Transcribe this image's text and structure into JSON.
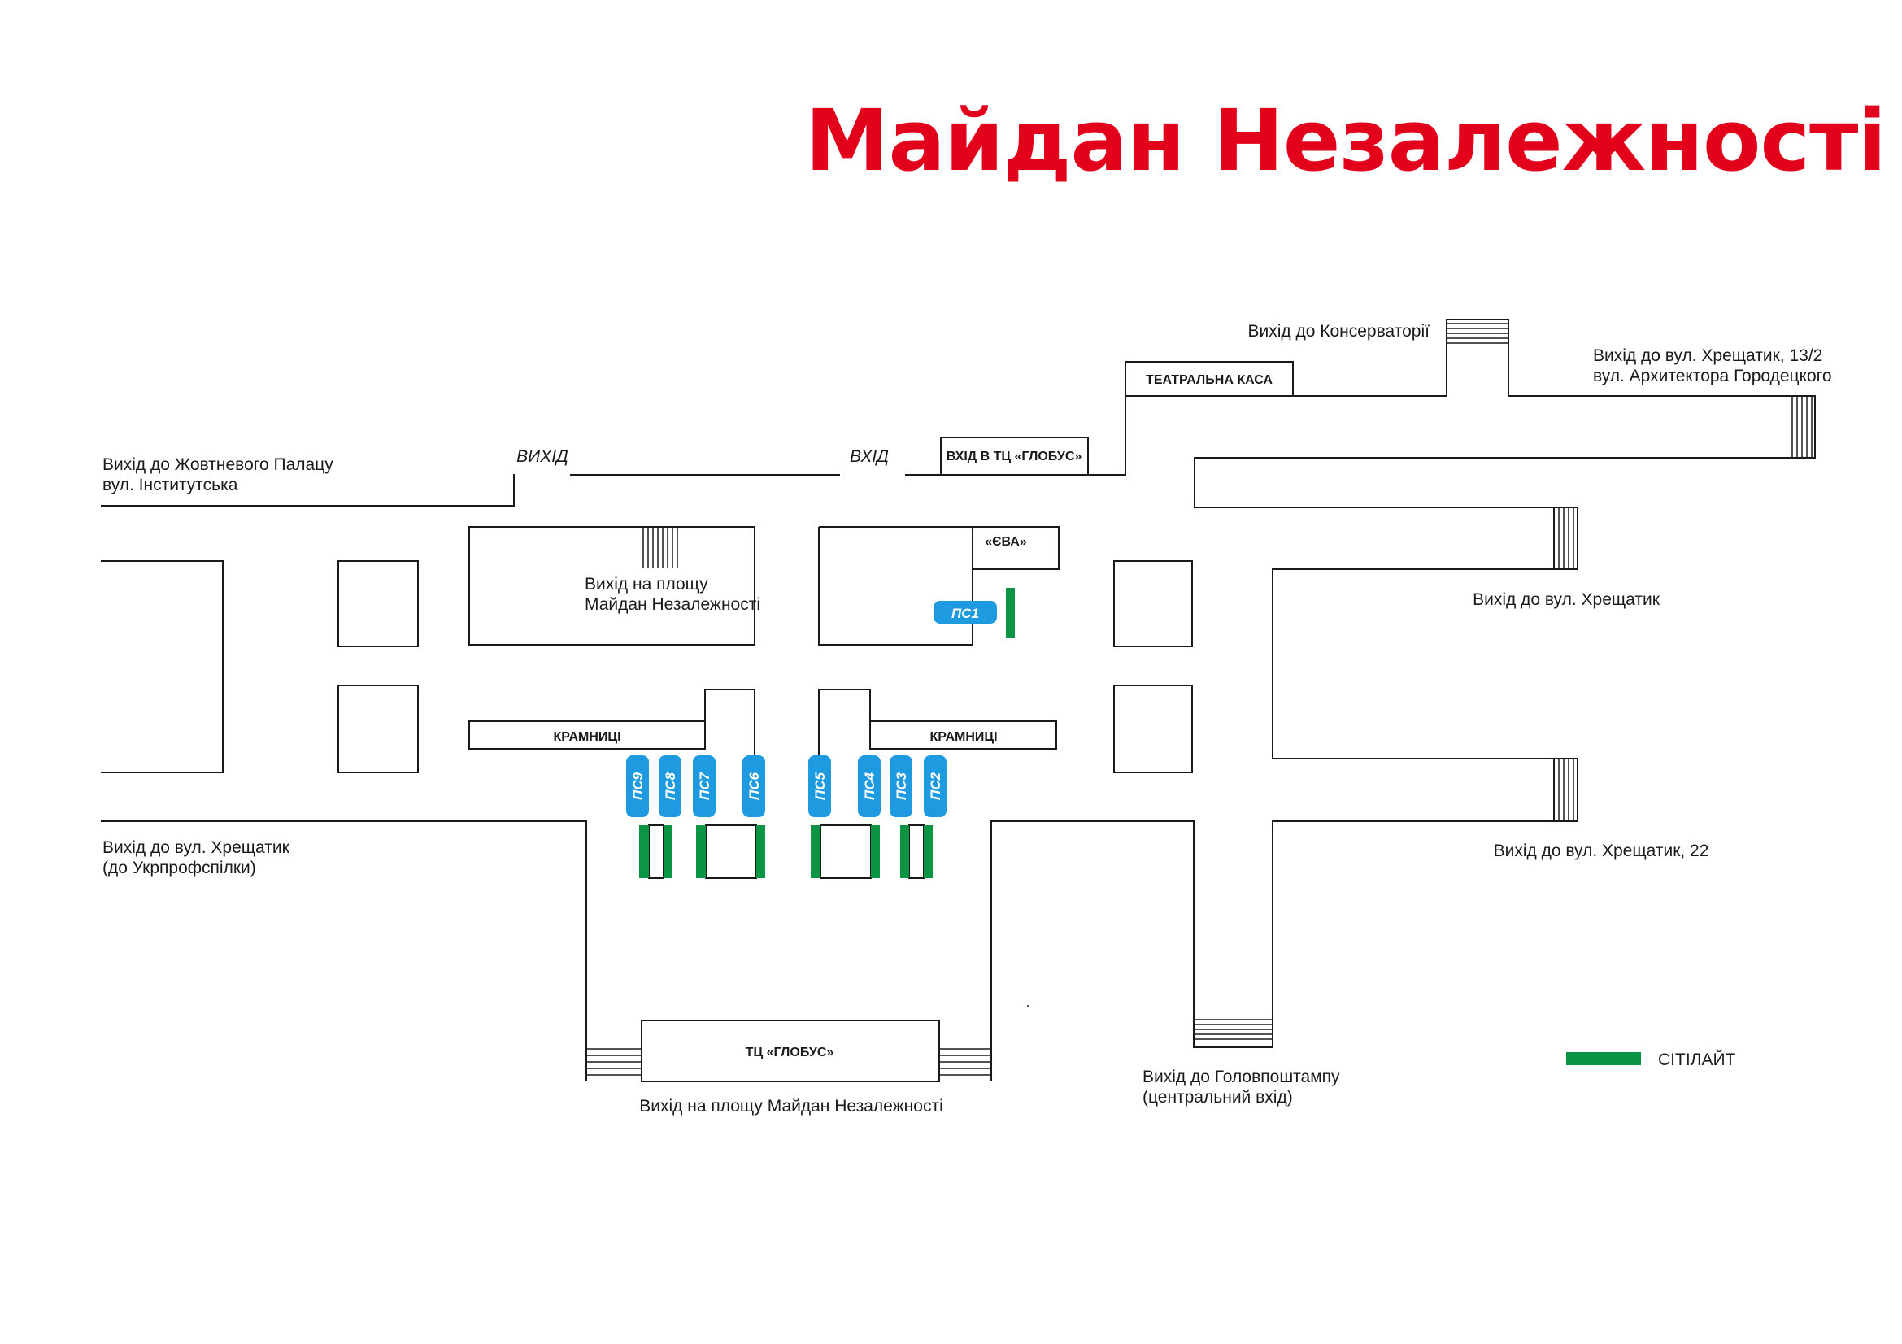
{
  "title": "Майдан Незалежності",
  "colors": {
    "title": "#e2001a",
    "passage_sign": "#1e9be0",
    "citylight": "#0b9444",
    "line": "#1a1a1a"
  },
  "exits": {
    "zhovtnevyi_1": "Вихід до Жовтневого Палацу",
    "zhovtnevyi_2": "вул. Інститутська",
    "vykhid": "ВИХІД",
    "vkhid": "ВХІД",
    "globus_entrance": "ВХІД В ТЦ «ГЛОБУС»",
    "conservatory": "Вихід до Консерваторії",
    "theatre_office": "ТЕАТРАЛЬНА КАСА",
    "khreshchatyk_13_1": "Вихід до вул. Хрещатик, 13/2",
    "khreshchatyk_13_2": "вул. Архитектора Городецкого",
    "maidan_square_1": "Вихід на площу",
    "maidan_square_2": "Майдан Незалежності",
    "eva": "«ЄВА»",
    "khreshchatyk": "Вихід до вул. Хрещатик",
    "shops_left": "КРАМНИЦІ",
    "shops_right": "КРАМНИЦІ",
    "khreshchatyk_profspilky_1": "Вихід до вул. Хрещатик",
    "khreshchatyk_profspilky_2": "(до Укрпрофспілки)",
    "khreshchatyk_22": "Вихід до вул. Хрещатик, 22",
    "globus_mall": "ТЦ «ГЛОБУС»",
    "maidan_square_bottom": "Вихід на площу Майдан Незалежності",
    "post_office_1": "Вихід до Головпоштампу",
    "post_office_2": "(центральний вхід)"
  },
  "passage_signs": [
    "ПС1",
    "ПС2",
    "ПС3",
    "ПС4",
    "ПС5",
    "ПС6",
    "ПС7",
    "ПС8",
    "ПС9"
  ],
  "legend": {
    "citylight": "СІТІЛАЙТ"
  }
}
